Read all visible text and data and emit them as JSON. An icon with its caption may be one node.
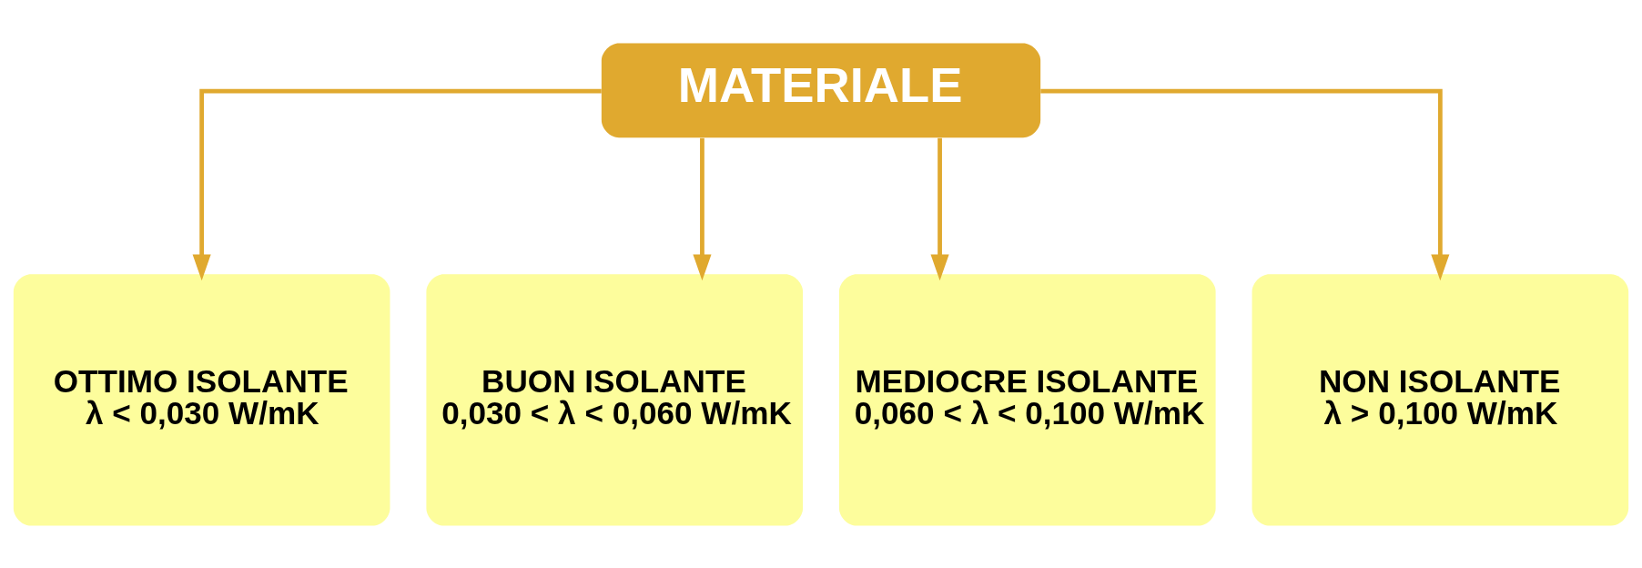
{
  "diagram": {
    "nodes": [
      {
        "text": [
          "MATERIALE"
        ]
      },
      {
        "text": [
          "OTTIMO ISOLANTE",
          "λ < 0,030 W/mK"
        ]
      },
      {
        "text": [
          "BUON ISOLANTE",
          "0,030 < λ < 0,060 W/mK"
        ]
      },
      {
        "text": [
          "MEDIOCRE ISOLANTE",
          "0,060 < λ < 0,100 W/mK"
        ]
      },
      {
        "text": [
          "NON ISOLANTE",
          "λ > 0,100 W/mK"
        ]
      }
    ],
    "edges": [
      {
        "from": 0,
        "to": 1,
        "arrow": "to"
      },
      {
        "from": 0,
        "to": 2,
        "arrow": "to"
      },
      {
        "from": 0,
        "to": 3,
        "arrow": "to"
      },
      {
        "from": 0,
        "to": 4,
        "arrow": "to"
      }
    ]
  }
}
